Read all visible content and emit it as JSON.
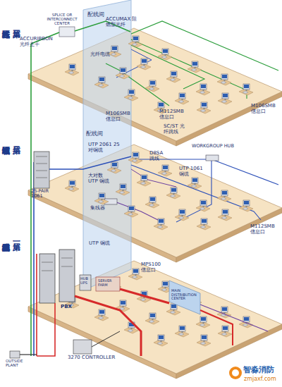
{
  "diagram": {
    "nodes": [
      {
        "text": [
          "第三层",
          "光纤区域布线"
        ]
      },
      {
        "text": [
          "第二层",
          "铜缆区域布线"
        ]
      },
      {
        "text": [
          "第一层",
          "典型结构化布线系统"
        ]
      }
    ],
    "labels": [
      "配线间",
      "SPLICE OR INTERCONNECT CENTER",
      "ACCUMAX 阻燃型光纤",
      "ACCURIBBON 光纤主干",
      "光纤电缆",
      "M112SMB 信息口",
      "SC/ST 光纤跳线",
      "M106SMB 信息口",
      "M106SMB 信息口",
      "D8SA 跳线",
      "UTP 1061 铜缆",
      "WORKGROUP HUB",
      "配线间",
      "UTP 2061 25 对铜缆",
      "25-PAIR 1061",
      "大对数 UTP 铜缆",
      "集线器",
      "M112SMB 信息口",
      "UTP 铜缆",
      "PBX",
      "HUB UPS",
      "SERVER FARM",
      "MPS100 信息口",
      "MAIN DISTRIBUTION CENTER",
      "OUTSIDE PLANT",
      "3270 CONTROLLER",
      "智淼消防",
      "zmjaxf.com"
    ]
  }
}
